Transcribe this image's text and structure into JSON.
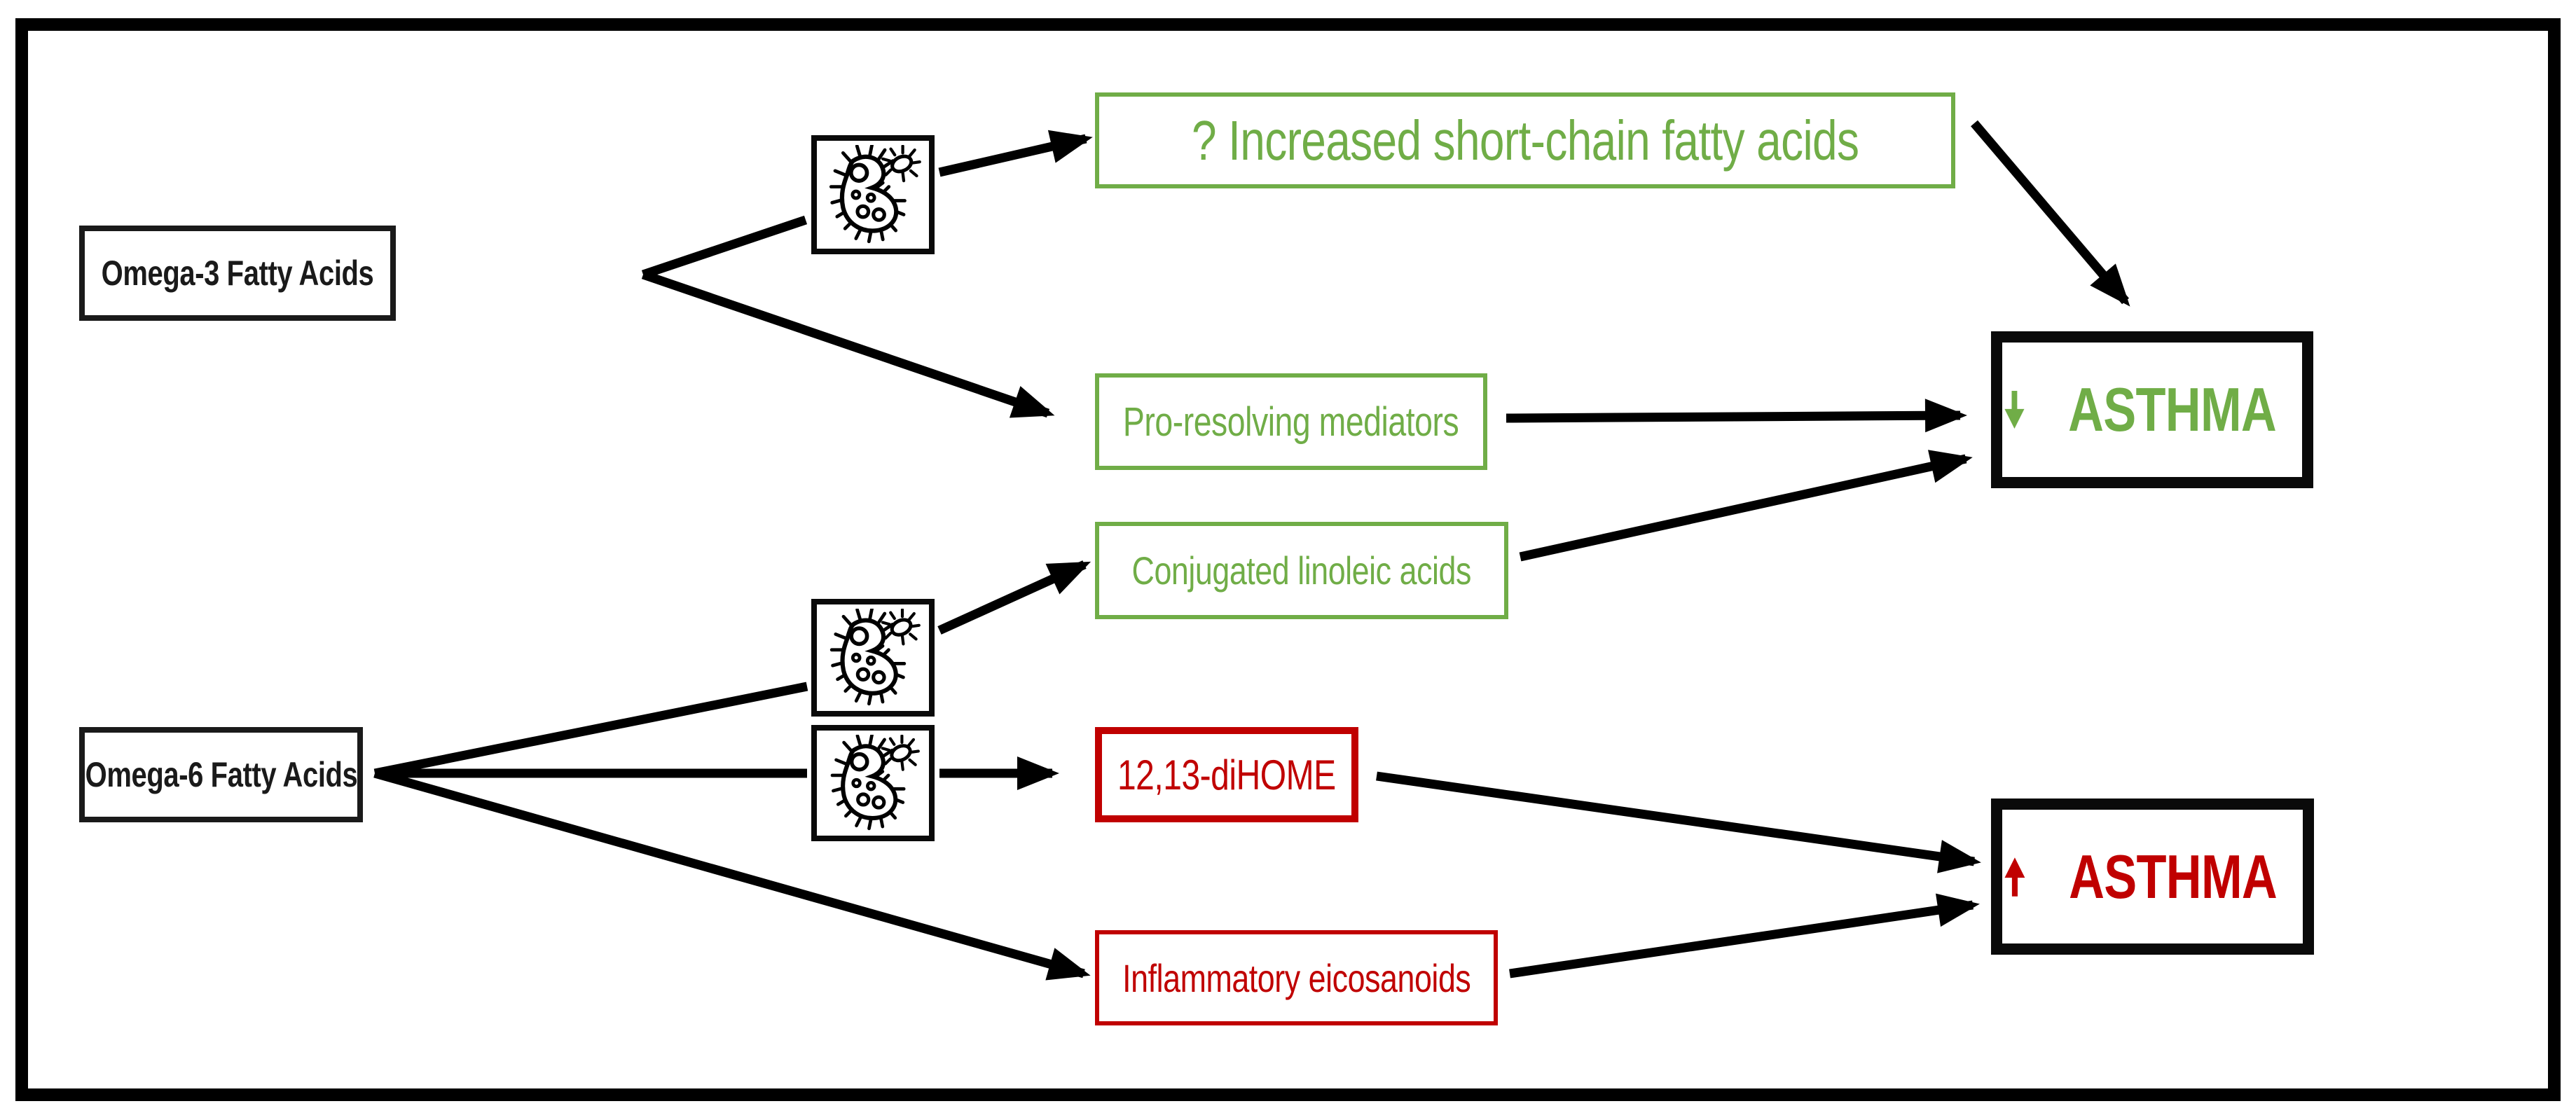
{
  "diagram": {
    "title_hint": "Fatty acids, gut microbes and asthma pathways",
    "sources": [
      {
        "id": "omega3",
        "label": "Omega-3 Fatty Acids"
      },
      {
        "id": "omega6",
        "label": "Omega-6 Fatty Acids"
      }
    ],
    "mediators": [
      {
        "id": "scfa",
        "label": "? Increased short-chain fatty acids",
        "tone": "beneficial"
      },
      {
        "id": "sprm",
        "label": "Pro-resolving mediators",
        "tone": "beneficial"
      },
      {
        "id": "cla",
        "label": "Conjugated linoleic acids",
        "tone": "beneficial"
      },
      {
        "id": "dihome",
        "label": "12,13-diHOME",
        "tone": "harmful"
      },
      {
        "id": "eico",
        "label": "Inflammatory eicosanoids",
        "tone": "harmful"
      }
    ],
    "outcomes": [
      {
        "id": "asthma-down",
        "label": "ASTHMA",
        "direction": "decrease",
        "tone": "beneficial"
      },
      {
        "id": "asthma-up",
        "label": "ASTHMA",
        "direction": "increase",
        "tone": "harmful"
      }
    ],
    "icons": [
      {
        "name": "microbe-icon",
        "meaning": "gut microbiome conversion step",
        "count": 3
      },
      {
        "name": "down-arrow-icon",
        "meaning": "decreased asthma"
      },
      {
        "name": "up-arrow-icon",
        "meaning": "increased asthma"
      }
    ],
    "edges": [
      {
        "from": "omega3",
        "to": "scfa",
        "via": "microbe"
      },
      {
        "from": "omega3",
        "to": "sprm"
      },
      {
        "from": "omega6",
        "to": "cla",
        "via": "microbe"
      },
      {
        "from": "omega6",
        "to": "dihome",
        "via": "microbe"
      },
      {
        "from": "omega6",
        "to": "eico"
      },
      {
        "from": "scfa",
        "to": "asthma-down"
      },
      {
        "from": "sprm",
        "to": "asthma-down"
      },
      {
        "from": "cla",
        "to": "asthma-down"
      },
      {
        "from": "dihome",
        "to": "asthma-up"
      },
      {
        "from": "eico",
        "to": "asthma-up"
      }
    ],
    "colors": {
      "beneficial": "#70AD47",
      "harmful": "#C00000",
      "line": "#000000",
      "background": "#FFFFFF"
    }
  }
}
